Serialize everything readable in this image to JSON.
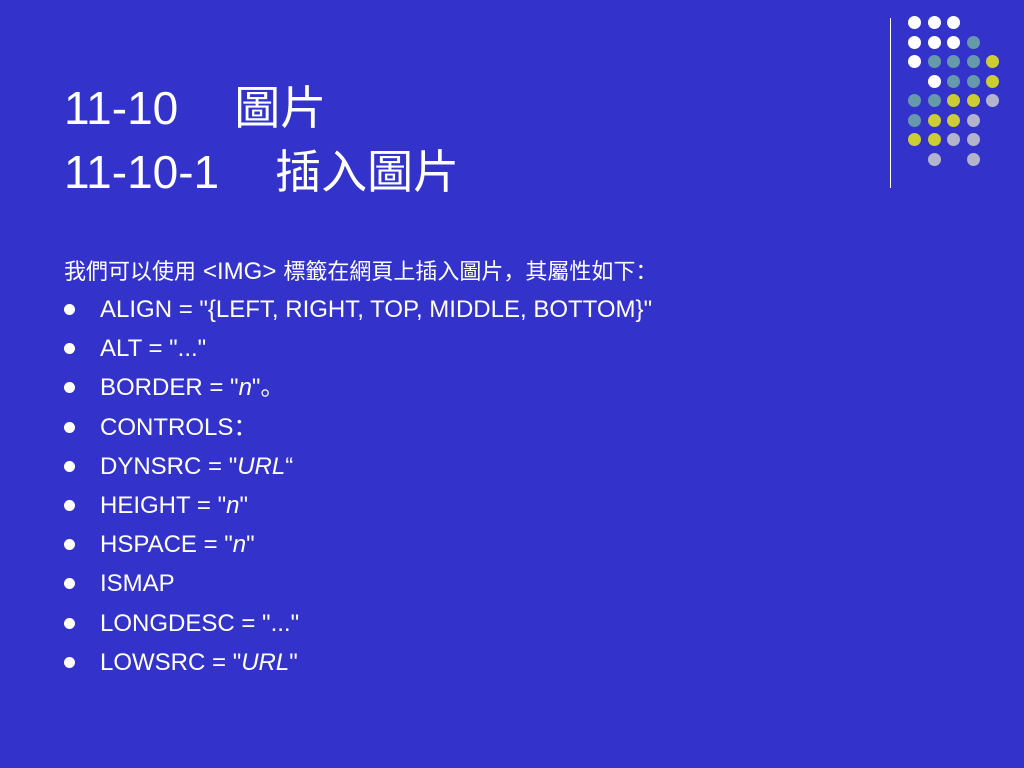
{
  "title": {
    "line1_num": "11-10",
    "line1_text": "圖片",
    "line2_num": "11-10-1",
    "line2_text": "插入圖片"
  },
  "decor": {
    "dot_colors": {
      "w": "#ffffff",
      "b": "#6699aa",
      "y": "#cccc33",
      "g": "#b3b3cc"
    },
    "dot_grid": [
      [
        "w",
        "w",
        "w",
        "",
        ""
      ],
      [
        "w",
        "w",
        "w",
        "b",
        ""
      ],
      [
        "w",
        "b",
        "b",
        "b",
        "y"
      ],
      [
        "",
        "w",
        "b",
        "b",
        "y"
      ],
      [
        "b",
        "b",
        "y",
        "y",
        "g"
      ],
      [
        "b",
        "y",
        "y",
        "g",
        ""
      ],
      [
        "y",
        "y",
        "g",
        "g",
        ""
      ],
      [
        "",
        "g",
        "",
        "g",
        ""
      ]
    ]
  },
  "content": {
    "intro_pre": "我們可以使用 ",
    "intro_tag": "<IMG>",
    "intro_post": " 標籤在網頁上插入圖片，其屬性如下：",
    "items": [
      {
        "pre": "ALIGN = \"{LEFT, RIGHT, TOP, MIDDLE, BOTTOM}\"",
        "em": "",
        "post": ""
      },
      {
        "pre": "ALT = \"...\"",
        "em": "",
        "post": ""
      },
      {
        "pre": "BORDER = \"",
        "em": "n",
        "post": "\"。"
      },
      {
        "pre": "CONTROLS：",
        "em": "",
        "post": ""
      },
      {
        "pre": "DYNSRC = \"",
        "em": "URL",
        "post": "“"
      },
      {
        "pre": "HEIGHT = \"",
        "em": "n",
        "post": "\""
      },
      {
        "pre": "HSPACE = \"",
        "em": "n",
        "post": "\""
      },
      {
        "pre": "ISMAP",
        "em": "",
        "post": ""
      },
      {
        "pre": "LONGDESC = \"...\"",
        "em": "",
        "post": ""
      },
      {
        "pre": "LOWSRC = \"",
        "em": "URL",
        "post": "\""
      }
    ]
  }
}
